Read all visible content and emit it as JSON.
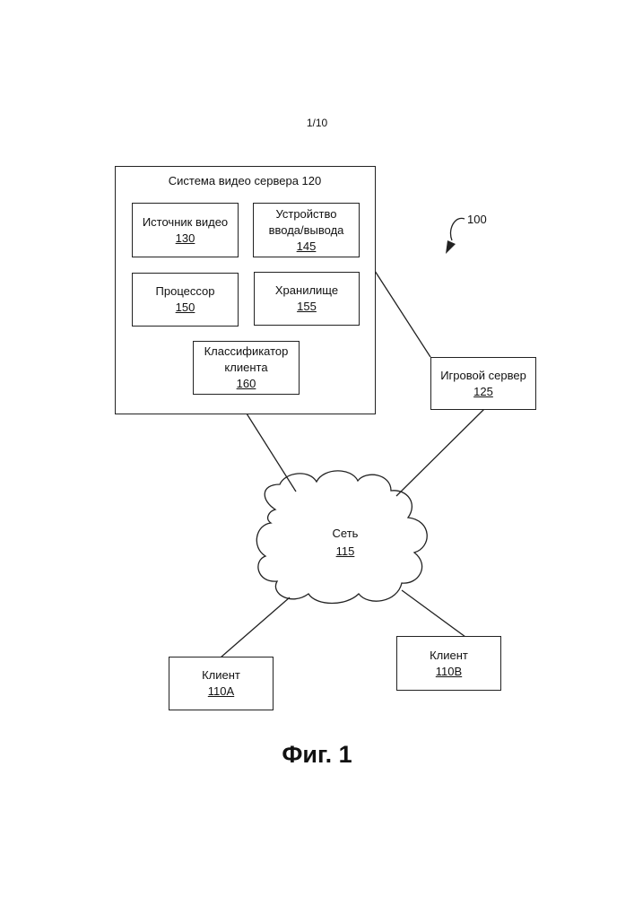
{
  "page_number": "1/10",
  "reference_label": "100",
  "system": {
    "title": "Система видео сервера 120",
    "modules": {
      "video_source": {
        "label": "Источник видео",
        "number": "130"
      },
      "io_device": {
        "label_line1": "Устройство",
        "label_line2": "ввода/вывода",
        "number": "145"
      },
      "processor": {
        "label": "Процессор",
        "number": "150"
      },
      "storage": {
        "label": "Хранилище",
        "number": "155"
      },
      "client_classifier": {
        "label_line1": "Классификатор",
        "label_line2": "клиента",
        "number": "160"
      }
    }
  },
  "game_server": {
    "label": "Игровой сервер",
    "number": "125"
  },
  "network": {
    "label": "Сеть",
    "number": "115"
  },
  "client_a": {
    "label": "Клиент",
    "number": "110A"
  },
  "client_b": {
    "label": "Клиент",
    "number": "110B"
  },
  "figure_caption": "Фиг. 1"
}
